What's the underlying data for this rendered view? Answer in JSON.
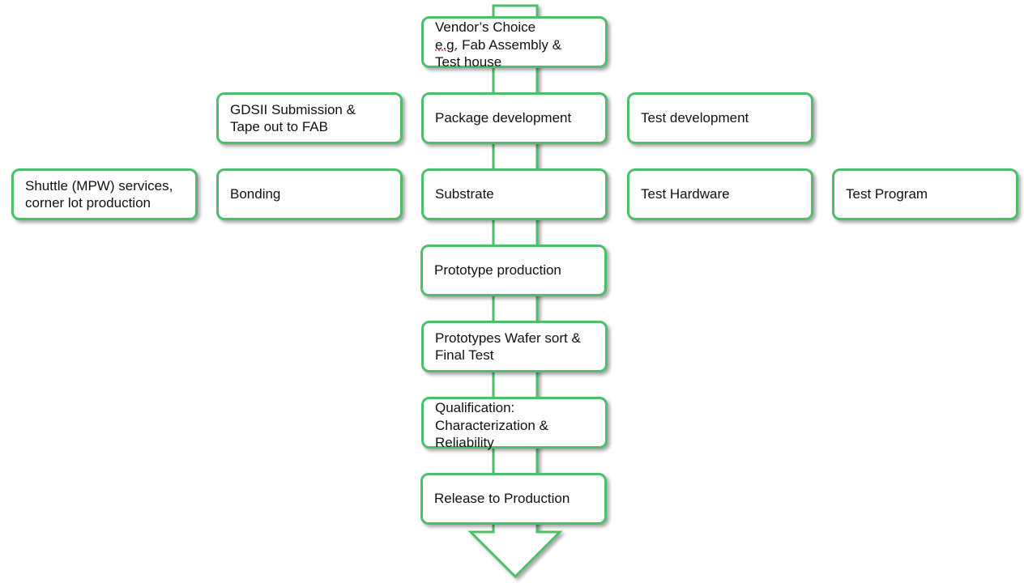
{
  "colors": {
    "stroke": "#4dbf6a",
    "fill": "#ffffff",
    "text": "#111111"
  },
  "main_flow": [
    {
      "id": "vendor",
      "line1_prefix": "Vendor’s Choice",
      "line2_marked": "e.g.",
      "line2_rest": " Fab Assembly &",
      "line3": "Test house"
    },
    {
      "id": "package",
      "label": "Package development"
    },
    {
      "id": "substrate",
      "label": "Substrate"
    },
    {
      "id": "prototype",
      "label": "Prototype production"
    },
    {
      "id": "wafer",
      "label": "Prototypes Wafer sort &\nFinal Test"
    },
    {
      "id": "qual",
      "label": "Qualification:\nCharacterization &\nReliability"
    },
    {
      "id": "release",
      "label": "Release to Production"
    }
  ],
  "side_boxes": {
    "gdsii": "GDSII Submission &\nTape out to FAB",
    "test_dev": "Test development",
    "shuttle": "Shuttle (MPW) services,\ncorner lot production",
    "bonding": "Bonding",
    "test_hw": "Test Hardware",
    "test_prog": "Test Program"
  }
}
